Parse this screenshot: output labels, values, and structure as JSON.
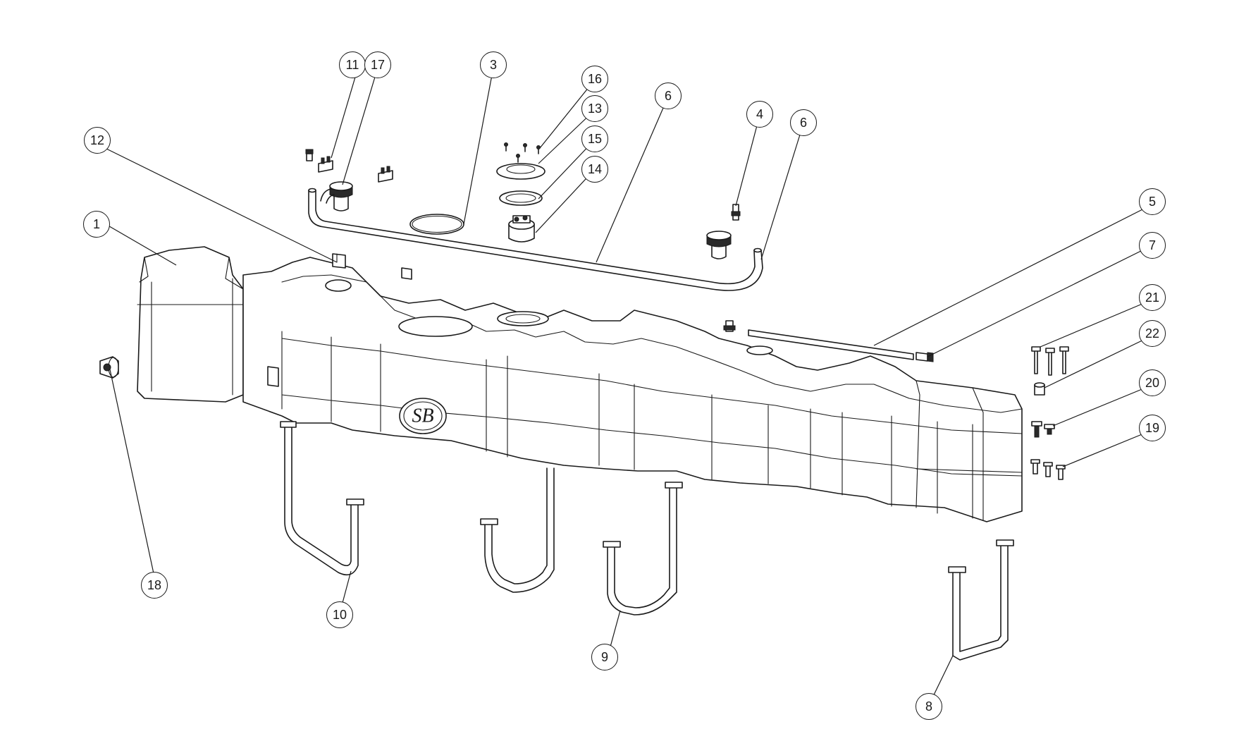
{
  "diagram": {
    "brand_mark": "SB",
    "callouts": [
      {
        "id": "c1",
        "label": "1"
      },
      {
        "id": "c3",
        "label": "3"
      },
      {
        "id": "c4",
        "label": "4"
      },
      {
        "id": "c5",
        "label": "5"
      },
      {
        "id": "c6a",
        "label": "6"
      },
      {
        "id": "c6b",
        "label": "6"
      },
      {
        "id": "c7",
        "label": "7"
      },
      {
        "id": "c8",
        "label": "8"
      },
      {
        "id": "c9",
        "label": "9"
      },
      {
        "id": "c10",
        "label": "10"
      },
      {
        "id": "c11",
        "label": "11"
      },
      {
        "id": "c12",
        "label": "12"
      },
      {
        "id": "c13",
        "label": "13"
      },
      {
        "id": "c14",
        "label": "14"
      },
      {
        "id": "c15",
        "label": "15"
      },
      {
        "id": "c16",
        "label": "16"
      },
      {
        "id": "c17",
        "label": "17"
      },
      {
        "id": "c18",
        "label": "18"
      },
      {
        "id": "c19",
        "label": "19"
      },
      {
        "id": "c20",
        "label": "20"
      },
      {
        "id": "c21",
        "label": "21"
      },
      {
        "id": "c22",
        "label": "22"
      }
    ]
  }
}
